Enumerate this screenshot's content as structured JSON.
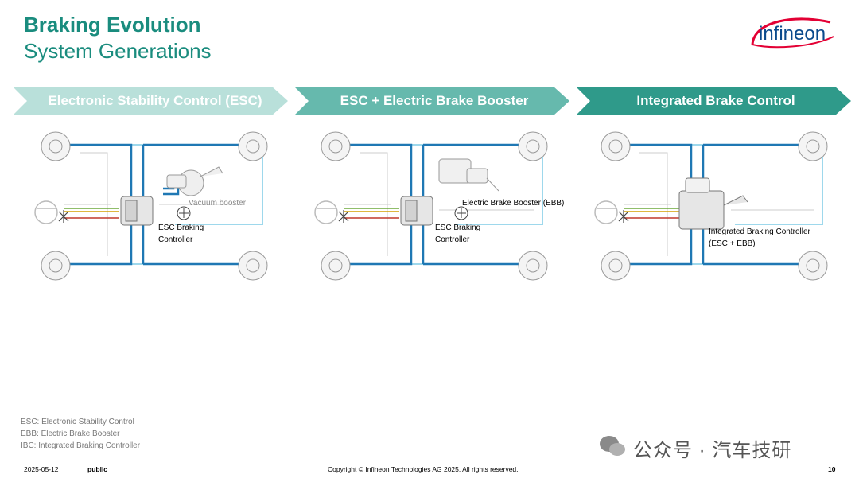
{
  "header": {
    "title": "Braking Evolution",
    "subtitle": "System Generations",
    "logo_text": "infineon"
  },
  "colors": {
    "accent": "#1a8c7e",
    "chevron_1": "#b9e0da",
    "chevron_2": "#66b9ad",
    "chevron_3": "#2f9a8a",
    "hydraulic_line": "#1f78b4",
    "light_line": "#9ed8ec"
  },
  "generations": [
    {
      "label": "Electronic Stability Control (ESC)",
      "booster_label": "Vacuum booster",
      "controller_label": "ESC Braking Controller"
    },
    {
      "label": "ESC + Electric Brake Booster",
      "booster_label": "Electric Brake Booster (EBB)",
      "controller_label": "ESC Braking Controller"
    },
    {
      "label": "Integrated Brake Control",
      "controller_label": "Integrated Braking Controller (ESC + EBB)"
    }
  ],
  "abbreviations": [
    "ESC: Electronic Stability Control",
    "EBB: Electric Brake Booster",
    "IBC: Integrated Braking Controller"
  ],
  "footer": {
    "date": "2025-05-12",
    "classification": "public",
    "copyright": "Copyright © Infineon Technologies AG 2025. All rights reserved.",
    "page_number": "10"
  },
  "watermark": "公众号 · 汽车技研"
}
